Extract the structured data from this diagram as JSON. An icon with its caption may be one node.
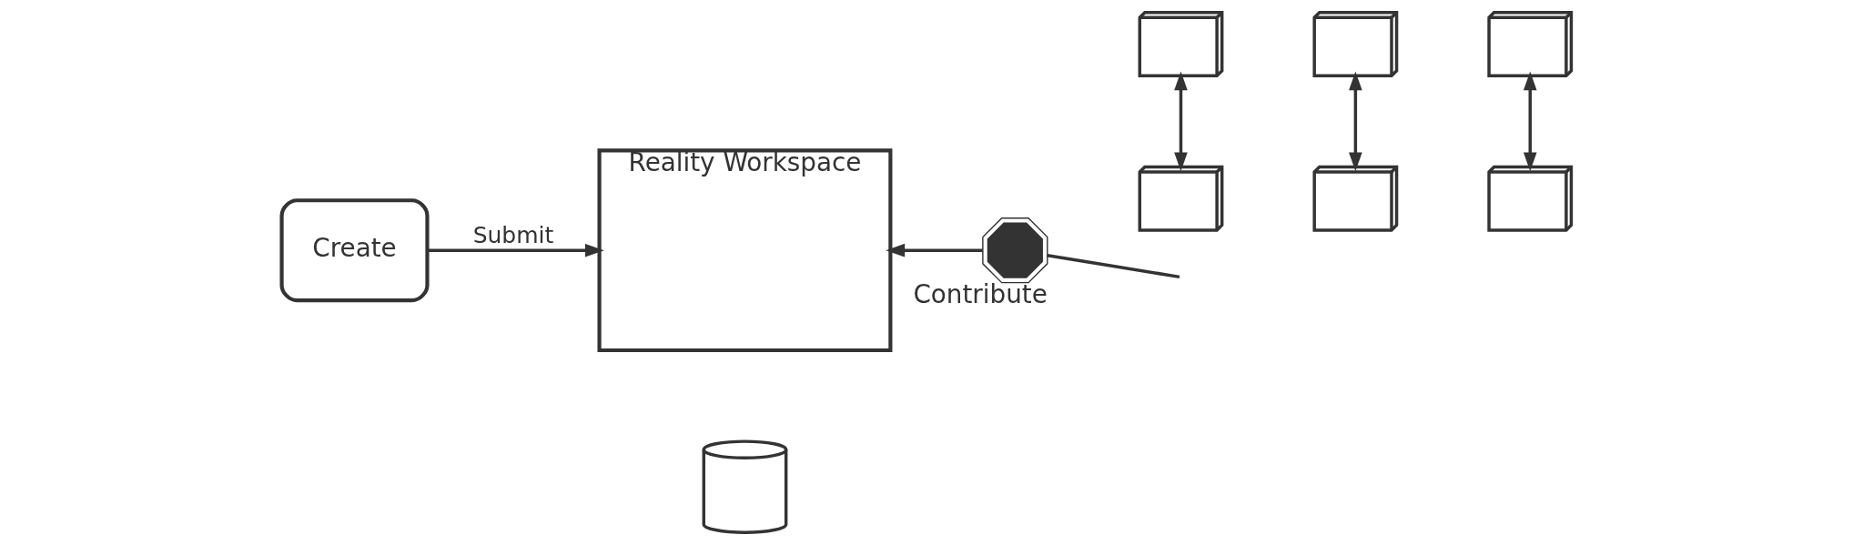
{
  "diagram": {
    "nodes": [
      {
        "text": [
          "Create"
        ]
      },
      {
        "text": [
          "Reality Workspace"
        ]
      },
      {
        "text": [],
        "shape": "server"
      },
      {
        "text": [],
        "shape": "gear",
        "beside": [
          "Contribute"
        ]
      },
      {
        "text": [],
        "shape": "computer"
      },
      {
        "text": [],
        "shape": "computer"
      },
      {
        "text": [],
        "shape": "computer"
      },
      {
        "text": [],
        "shape": "computer"
      },
      {
        "text": [],
        "shape": "computer"
      },
      {
        "text": [],
        "shape": "computer"
      }
    ],
    "edges": [
      {
        "from": 0,
        "to": 1,
        "label": "Submit",
        "arrow": "to"
      },
      {
        "from": 3,
        "to": 1,
        "arrow": "to"
      },
      {
        "from": 3,
        "to": null,
        "arrow": "none"
      },
      {
        "from": 4,
        "to": 7,
        "arrow": "both"
      },
      {
        "from": 5,
        "to": 8,
        "arrow": "both"
      },
      {
        "from": 6,
        "to": 9,
        "arrow": "both"
      }
    ]
  }
}
